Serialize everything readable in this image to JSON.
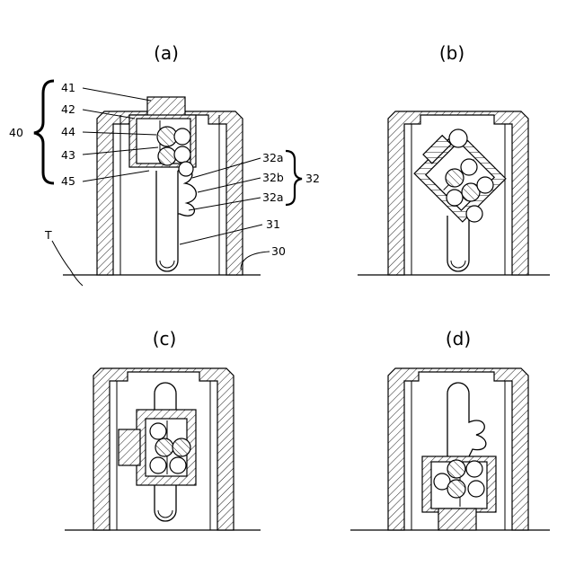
{
  "panels": [
    {
      "id": "a",
      "label": "(a)"
    },
    {
      "id": "b",
      "label": "(b)"
    },
    {
      "id": "c",
      "label": "(c)"
    },
    {
      "id": "d",
      "label": "(d)"
    }
  ],
  "reference_labels": {
    "r41": "41",
    "r42": "42",
    "r44": "44",
    "r43": "43",
    "r45": "45",
    "r40": "40",
    "r32a_top": "32a",
    "r32b": "32b",
    "r32a_bottom": "32a",
    "r32": "32",
    "r31": "31",
    "r30": "30",
    "rT": "T"
  }
}
